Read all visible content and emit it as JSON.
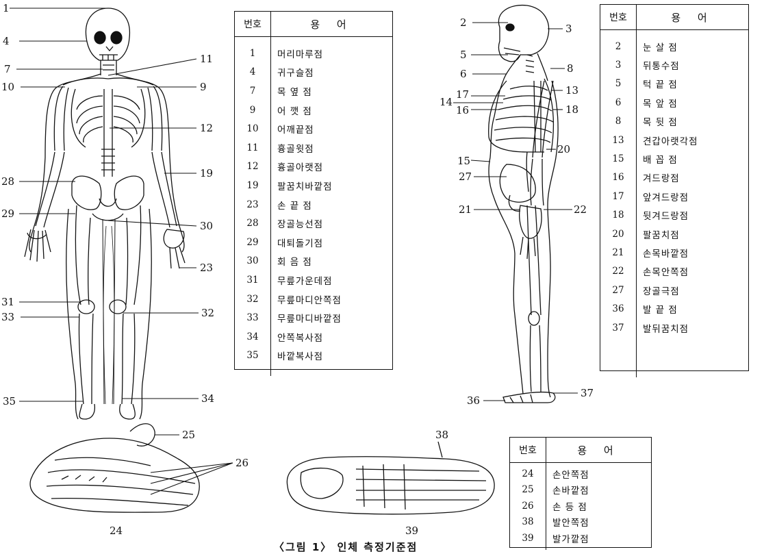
{
  "tables": {
    "front": {
      "header": [
        "번호",
        "용 어"
      ],
      "rows": [
        [
          "1",
          "머리마루점"
        ],
        [
          "4",
          "귀구슬점"
        ],
        [
          "7",
          "목 옆 점"
        ],
        [
          "9",
          "어 깻 점"
        ],
        [
          "10",
          "어깨끝점"
        ],
        [
          "11",
          "흉골윗점"
        ],
        [
          "12",
          "흉골아랫점"
        ],
        [
          "19",
          "팔꿈치바깥점"
        ],
        [
          "23",
          "손 끝 점"
        ],
        [
          "28",
          "장골능선점"
        ],
        [
          "29",
          "대퇴돌기점"
        ],
        [
          "30",
          "회 음 점"
        ],
        [
          "31",
          "무릎가운데점"
        ],
        [
          "32",
          "무릎마디안쪽점"
        ],
        [
          "33",
          "무릎마디바깥점"
        ],
        [
          "34",
          "안쪽복사점"
        ],
        [
          "35",
          "바깥복사점"
        ]
      ]
    },
    "side": {
      "header": [
        "번호",
        "용 어"
      ],
      "rows": [
        [
          "2",
          "눈 살 점"
        ],
        [
          "3",
          "뒤통수점"
        ],
        [
          "5",
          "턱 끝 점"
        ],
        [
          "6",
          "목 앞 점"
        ],
        [
          "8",
          "목 뒷 점"
        ],
        [
          "13",
          "견갑아랫각점"
        ],
        [
          "15",
          "배 꼽 점"
        ],
        [
          "16",
          "겨드랑점"
        ],
        [
          "17",
          "앞겨드랑점"
        ],
        [
          "18",
          "뒷겨드랑점"
        ],
        [
          "20",
          "팔꿈치점"
        ],
        [
          "21",
          "손목바깥점"
        ],
        [
          "22",
          "손목안쪽점"
        ],
        [
          "27",
          "장골극점"
        ],
        [
          "36",
          "발 끝 점"
        ],
        [
          "37",
          "발뒤꿈치점"
        ]
      ]
    },
    "extremities": {
      "header": [
        "번호",
        "용 어"
      ],
      "rows": [
        [
          "24",
          "손안쪽점"
        ],
        [
          "25",
          "손바깥점"
        ],
        [
          "26",
          "손 등 점"
        ],
        [
          "38",
          "발안쪽점"
        ],
        [
          "39",
          "발가깥점"
        ]
      ]
    }
  },
  "front_labels": {
    "left": [
      "1",
      "4",
      "7",
      "10",
      "28",
      "29",
      "31",
      "33",
      "35"
    ],
    "right": [
      "11",
      "9",
      "12",
      "19",
      "30",
      "23",
      "32",
      "34"
    ]
  },
  "side_labels": {
    "left": [
      "2",
      "5",
      "6",
      "17",
      "14",
      "16",
      "15",
      "27",
      "21",
      "36"
    ],
    "right": [
      "3",
      "8",
      "13",
      "18",
      "20",
      "22",
      "37"
    ]
  },
  "bottom_labels": {
    "hand": [
      "25",
      "26",
      "24"
    ],
    "foot": [
      "38",
      "39"
    ]
  },
  "caption": "〈그림 1〉 인체 측정기준점"
}
